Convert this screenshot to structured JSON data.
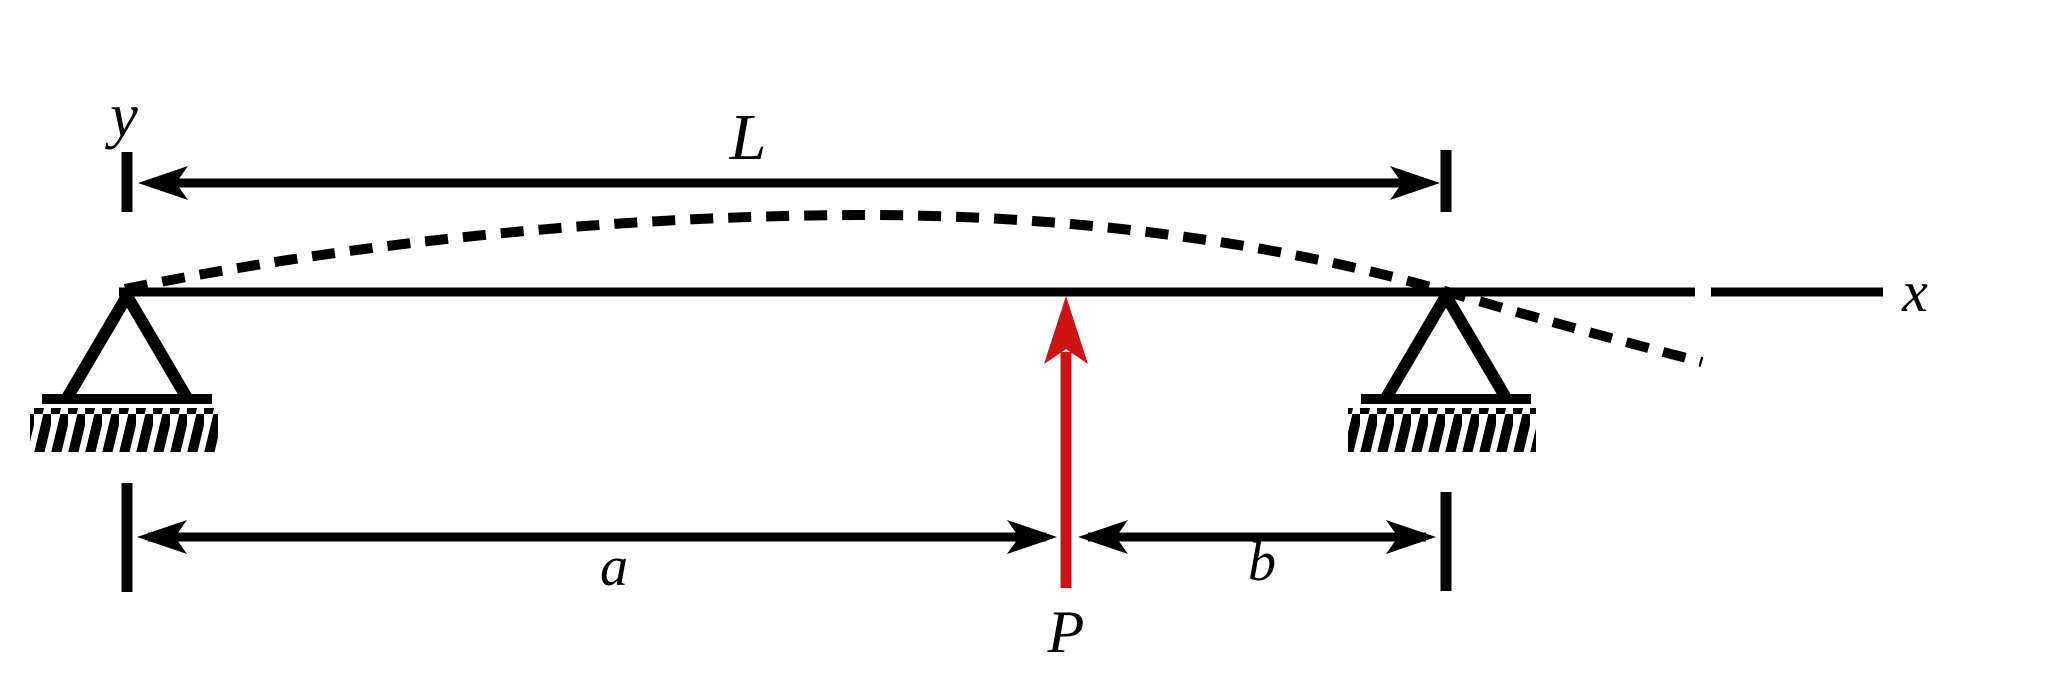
{
  "diagram": {
    "labels": {
      "y_axis": "y",
      "x_axis": "x",
      "span": "L",
      "dimension_a": "a",
      "dimension_b": "b",
      "load": "P"
    },
    "colors": {
      "ink": "#000000",
      "load_arrow": "#cc1414",
      "background": "#ffffff"
    }
  }
}
